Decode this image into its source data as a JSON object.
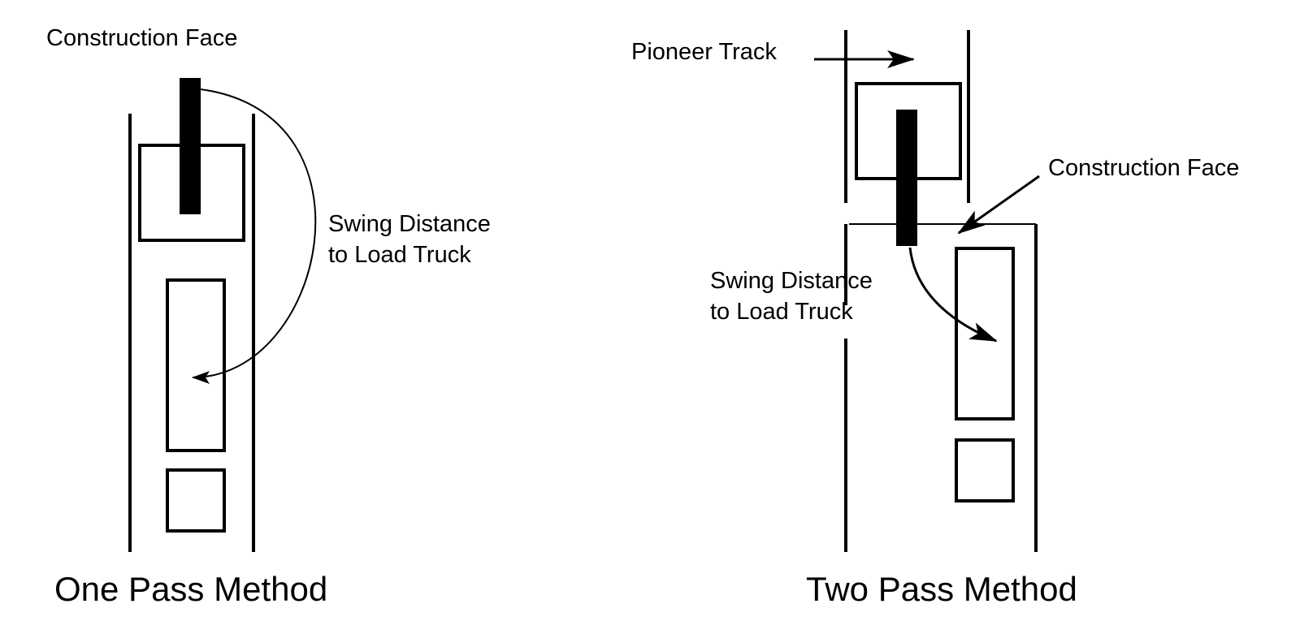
{
  "left_panel": {
    "construction_face_label": "Construction Face",
    "swing_label": "Swing Distance\nto Load Truck",
    "method_title": "One Pass Method"
  },
  "right_panel": {
    "pioneer_track_label": "Pioneer Track",
    "construction_face_label": "Construction Face",
    "swing_label": "Swing Distance\nto Load Truck",
    "method_title": "Two Pass Method"
  },
  "colors": {
    "stroke": "#000000",
    "background": "#ffffff"
  }
}
